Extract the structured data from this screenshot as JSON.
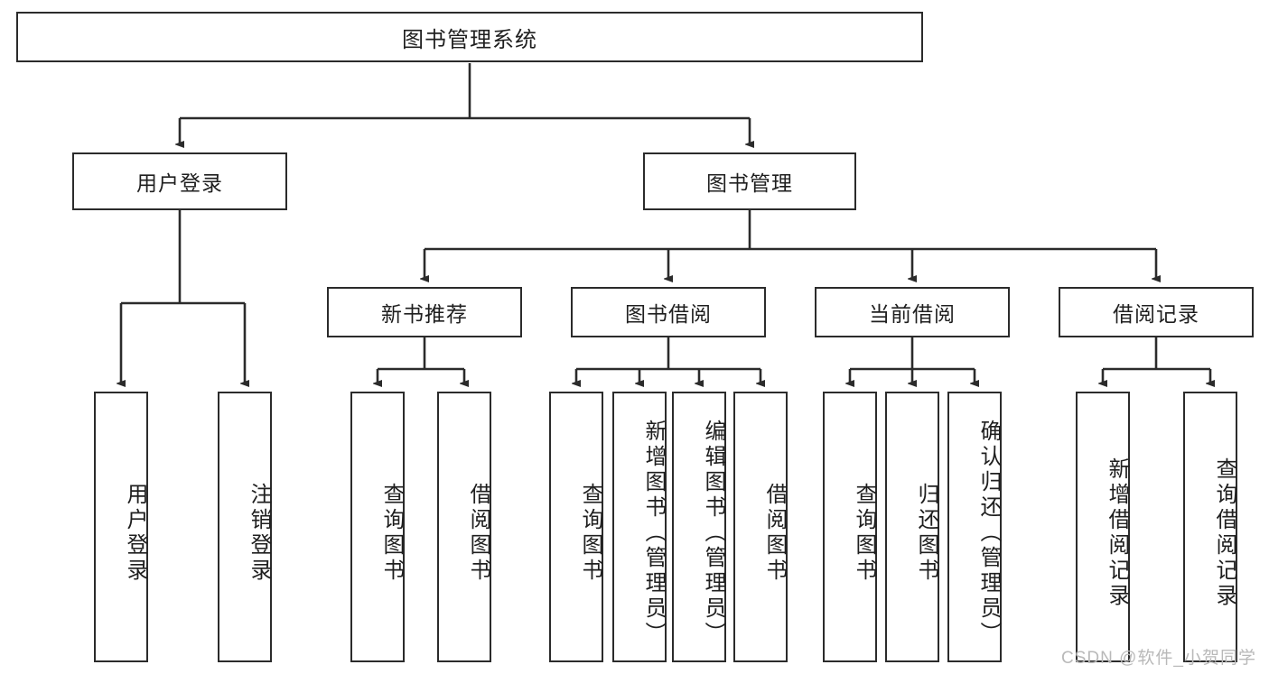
{
  "diagram": {
    "type": "tree-hierarchy",
    "title": "图书管理系统",
    "watermark": "CSDN @软件_小贺同学",
    "colors": {
      "border": "#2b2b2b",
      "background": "#ffffff",
      "text": "#1f1f1f",
      "link": "#2b2b2b",
      "watermark": "#b9b9b9"
    },
    "root": {
      "label": "图书管理系统"
    },
    "level2": [
      {
        "label": "用户登录"
      },
      {
        "label": "图书管理"
      }
    ],
    "level3": [
      {
        "label": "新书推荐"
      },
      {
        "label": "图书借阅"
      },
      {
        "label": "当前借阅"
      },
      {
        "label": "借阅记录"
      }
    ],
    "leaves": {
      "user_login": [
        {
          "label": "用户登录"
        },
        {
          "label": "注销登录"
        }
      ],
      "new_book_recommend": [
        {
          "label": "查询图书"
        },
        {
          "label": "借阅图书"
        }
      ],
      "book_borrow": [
        {
          "label": "查询图书"
        },
        {
          "label": "新增图书（管理员）"
        },
        {
          "label": "编辑图书（管理员）"
        },
        {
          "label": "借阅图书"
        }
      ],
      "current_borrow": [
        {
          "label": "查询图书"
        },
        {
          "label": "归还图书"
        },
        {
          "label": "确认归还（管理员）"
        }
      ],
      "borrow_record": [
        {
          "label": "新增借阅记录"
        },
        {
          "label": "查询借阅记录"
        }
      ]
    }
  }
}
